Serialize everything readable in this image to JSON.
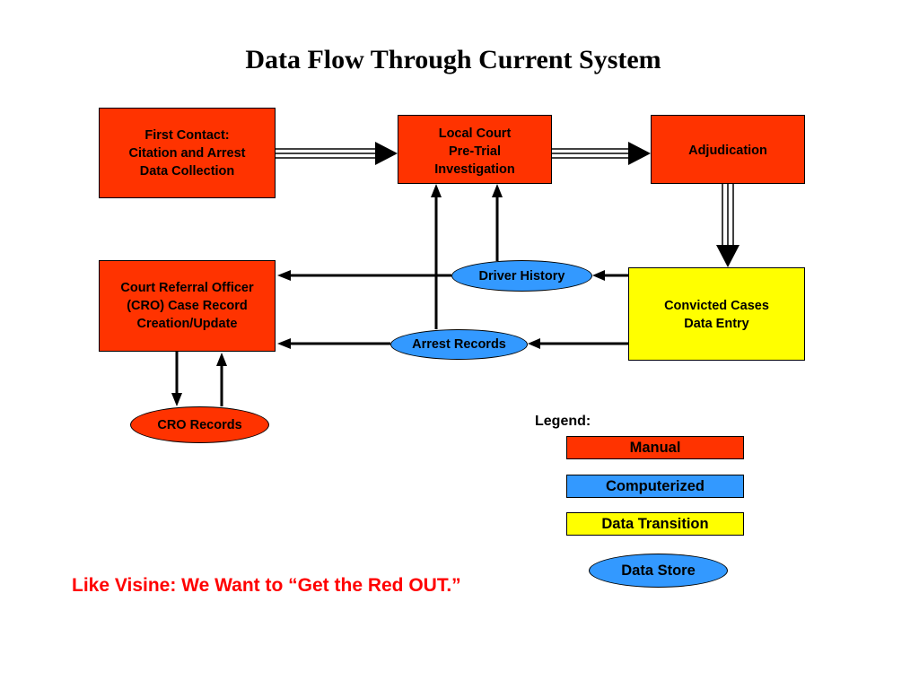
{
  "title": "Data Flow Through Current System",
  "nodes": {
    "first_contact": "First Contact:\nCitation and Arrest\nData Collection",
    "local_court": "Local Court\nPre-Trial\nInvestigation",
    "adjudication": "Adjudication",
    "cro_case": "Court Referral Officer\n(CRO) Case Record\nCreation/Update",
    "convicted": "Convicted Cases\nData Entry"
  },
  "data_stores": {
    "driver_history": "Driver History",
    "arrest_records": "Arrest Records",
    "cro_records": "CRO Records"
  },
  "legend": {
    "label": "Legend:",
    "manual": "Manual",
    "computerized": "Computerized",
    "data_transition": "Data Transition",
    "data_store": "Data Store"
  },
  "tagline": "Like Visine: We Want to “Get the Red OUT.”",
  "colors": {
    "manual": "#ff3300",
    "computerized": "#3399ff",
    "data_transition": "#ffff00",
    "tagline": "#ff0000"
  }
}
